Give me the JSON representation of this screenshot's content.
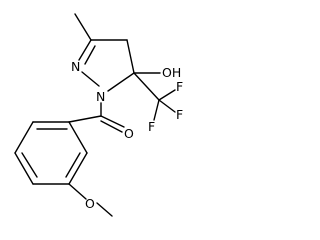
{
  "molecule": {
    "labels": {
      "n_ring_double": "N",
      "n_ring_acyl": "N",
      "hydroxyl": "OH",
      "fluorine_top": "F",
      "fluorine_right": "F",
      "fluorine_bottom": "F",
      "carbonyl_oxygen": "O",
      "methoxy_oxygen": "O"
    }
  }
}
